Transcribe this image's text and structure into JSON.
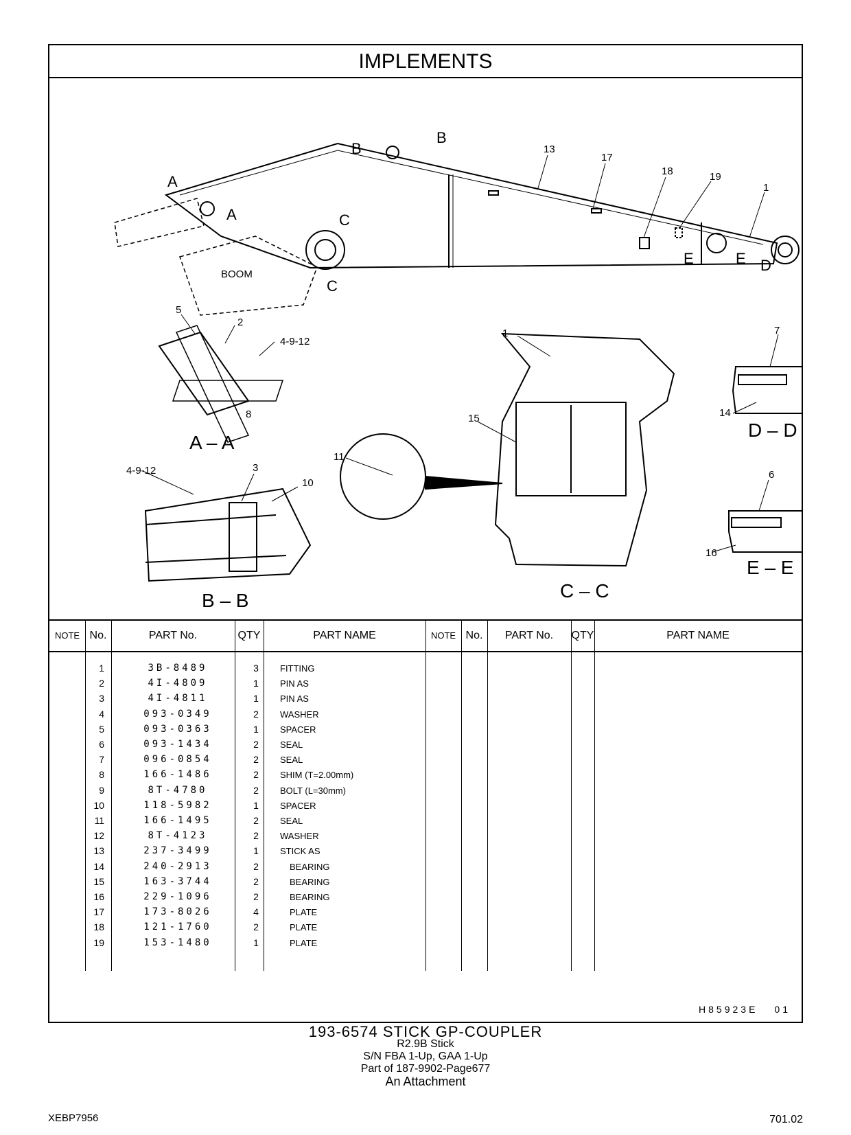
{
  "title": "IMPLEMENTS",
  "drawing": {
    "boom_label": "BOOM",
    "callouts": [
      "13",
      "17",
      "18",
      "19",
      "1",
      "5",
      "2",
      "4-9-12",
      "8",
      "1",
      "15",
      "11",
      "7",
      "14",
      "4-9-12",
      "3",
      "10",
      "6",
      "16"
    ],
    "section_letters": {
      "a": "A",
      "b": "B",
      "c": "C",
      "d": "D",
      "e": "E"
    },
    "section_views": {
      "aa": "A – A",
      "bb": "B – B",
      "cc": "C – C",
      "dd": "D – D",
      "ee": "E – E"
    }
  },
  "table": {
    "headers": {
      "note": "NOTE",
      "no": "No.",
      "part_no": "PART No.",
      "qty": "QTY",
      "part_name": "PART NAME"
    },
    "rows": [
      {
        "no": "1",
        "part_no": "3B-8489",
        "qty": "3",
        "name": "FITTING",
        "indent": false
      },
      {
        "no": "2",
        "part_no": "4I-4809",
        "qty": "1",
        "name": "PIN  AS",
        "indent": false
      },
      {
        "no": "3",
        "part_no": "4I-4811",
        "qty": "1",
        "name": "PIN  AS",
        "indent": false
      },
      {
        "no": "4",
        "part_no": "093-0349",
        "qty": "2",
        "name": "WASHER",
        "indent": false
      },
      {
        "no": "5",
        "part_no": "093-0363",
        "qty": "1",
        "name": "SPACER",
        "indent": false
      },
      {
        "no": "6",
        "part_no": "093-1434",
        "qty": "2",
        "name": "SEAL",
        "indent": false
      },
      {
        "no": "7",
        "part_no": "096-0854",
        "qty": "2",
        "name": "SEAL",
        "indent": false
      },
      {
        "no": "8",
        "part_no": "166-1486",
        "qty": "2",
        "name": "SHIM (T=2.00mm)",
        "indent": false
      },
      {
        "no": "9",
        "part_no": "8T-4780",
        "qty": "2",
        "name": "BOLT (L=30mm)",
        "indent": false
      },
      {
        "no": "10",
        "part_no": "118-5982",
        "qty": "1",
        "name": "SPACER",
        "indent": false
      },
      {
        "no": "11",
        "part_no": "166-1495",
        "qty": "2",
        "name": "SEAL",
        "indent": false
      },
      {
        "no": "12",
        "part_no": "8T-4123",
        "qty": "2",
        "name": "WASHER",
        "indent": false
      },
      {
        "no": "13",
        "part_no": "237-3499",
        "qty": "1",
        "name": "STICK  AS",
        "indent": false
      },
      {
        "no": "14",
        "part_no": "240-2913",
        "qty": "2",
        "name": "BEARING",
        "indent": true
      },
      {
        "no": "15",
        "part_no": "163-3744",
        "qty": "2",
        "name": "BEARING",
        "indent": true
      },
      {
        "no": "16",
        "part_no": "229-1096",
        "qty": "2",
        "name": "BEARING",
        "indent": true
      },
      {
        "no": "17",
        "part_no": "173-8026",
        "qty": "4",
        "name": "PLATE",
        "indent": true
      },
      {
        "no": "18",
        "part_no": "121-1760",
        "qty": "2",
        "name": "PLATE",
        "indent": true
      },
      {
        "no": "19",
        "part_no": "153-1480",
        "qty": "1",
        "name": "PLATE",
        "indent": true
      }
    ]
  },
  "footer_code": "H85923E",
  "footer_rev": "01",
  "caption": {
    "line1": "193-6574  STICK  GP-COUPLER",
    "line2": "R2.9B  Stick",
    "line3": "S/N FBA 1-Up, GAA 1-Up",
    "line4": "Part of 187-9902-Page677",
    "line5": "An Attachment"
  },
  "doc_id": "XEBP7956",
  "page_number": "701.02"
}
